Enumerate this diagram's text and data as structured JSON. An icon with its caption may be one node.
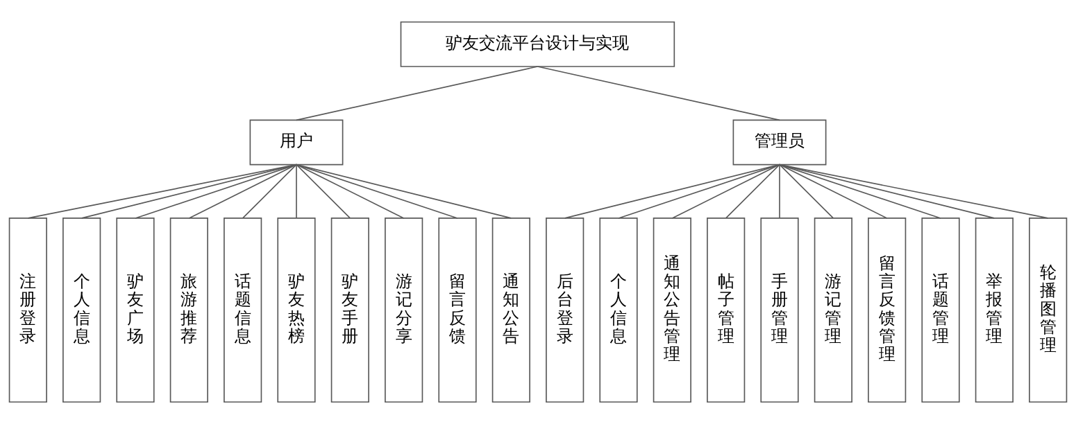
{
  "diagram": {
    "nodes": [
      {
        "text": [
          "驴友交流平台设计与实现"
        ]
      },
      {
        "text": [
          "用户"
        ]
      },
      {
        "text": [
          "管理员"
        ]
      },
      {
        "text": [
          "注册登录"
        ]
      },
      {
        "text": [
          "个人信息"
        ]
      },
      {
        "text": [
          "驴友广场"
        ]
      },
      {
        "text": [
          "旅游推荐"
        ]
      },
      {
        "text": [
          "话题信息"
        ]
      },
      {
        "text": [
          "驴友热榜"
        ]
      },
      {
        "text": [
          "驴友手册"
        ]
      },
      {
        "text": [
          "游记分享"
        ]
      },
      {
        "text": [
          "留言反馈"
        ]
      },
      {
        "text": [
          "通知公告"
        ]
      },
      {
        "text": [
          "后台登录"
        ]
      },
      {
        "text": [
          "个人信息"
        ]
      },
      {
        "text": [
          "通知公告管理"
        ]
      },
      {
        "text": [
          "帖子管理"
        ]
      },
      {
        "text": [
          "手册管理"
        ]
      },
      {
        "text": [
          "游记管理"
        ]
      },
      {
        "text": [
          "留言反馈管理"
        ]
      },
      {
        "text": [
          "话题管理"
        ]
      },
      {
        "text": [
          "举报管理"
        ]
      },
      {
        "text": [
          "轮播图管理"
        ]
      }
    ],
    "edges": [
      {
        "from": 0,
        "to": 1,
        "arrow": "none"
      },
      {
        "from": 0,
        "to": 2,
        "arrow": "none"
      },
      {
        "from": 1,
        "to": 3,
        "arrow": "none"
      },
      {
        "from": 1,
        "to": 4,
        "arrow": "none"
      },
      {
        "from": 1,
        "to": 5,
        "arrow": "none"
      },
      {
        "from": 1,
        "to": 6,
        "arrow": "none"
      },
      {
        "from": 1,
        "to": 7,
        "arrow": "none"
      },
      {
        "from": 1,
        "to": 8,
        "arrow": "none"
      },
      {
        "from": 1,
        "to": 9,
        "arrow": "none"
      },
      {
        "from": 1,
        "to": 10,
        "arrow": "none"
      },
      {
        "from": 1,
        "to": 11,
        "arrow": "none"
      },
      {
        "from": 1,
        "to": 12,
        "arrow": "none"
      },
      {
        "from": 2,
        "to": 13,
        "arrow": "none"
      },
      {
        "from": 2,
        "to": 14,
        "arrow": "none"
      },
      {
        "from": 2,
        "to": 15,
        "arrow": "none"
      },
      {
        "from": 2,
        "to": 16,
        "arrow": "none"
      },
      {
        "from": 2,
        "to": 17,
        "arrow": "none"
      },
      {
        "from": 2,
        "to": 18,
        "arrow": "none"
      },
      {
        "from": 2,
        "to": 19,
        "arrow": "none"
      },
      {
        "from": 2,
        "to": 20,
        "arrow": "none"
      },
      {
        "from": 2,
        "to": 21,
        "arrow": "none"
      },
      {
        "from": 2,
        "to": 22,
        "arrow": "none"
      }
    ]
  }
}
